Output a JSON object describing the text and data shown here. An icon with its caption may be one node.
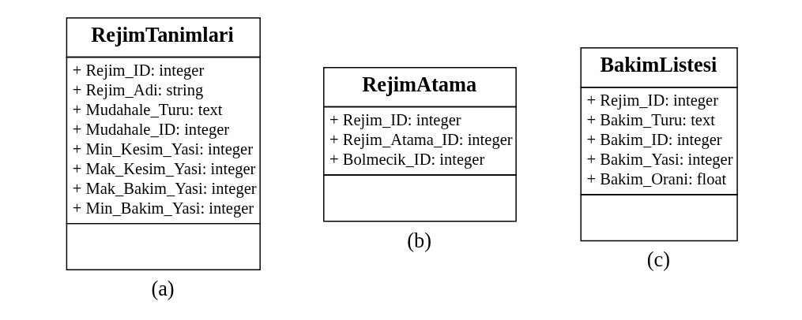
{
  "diagram": {
    "nodes": [
      {
        "text": [
          "RejimTanimlari",
          "+ Rejim_ID: integer",
          "+ Rejim_Adi: string",
          "+ Mudahale_Turu: text",
          "+ Mudahale_ID: integer",
          "+ Min_Kesim_Yasi: integer",
          "+ Mak_Kesim_Yasi: integer",
          "+ Mak_Bakim_Yasi: integer",
          "+ Min_Bakim_Yasi: integer"
        ],
        "beside": [
          "(a)"
        ]
      },
      {
        "text": [
          "RejimAtama",
          "+ Rejim_ID: integer",
          "+ Rejim_Atama_ID: integer",
          "+ Bolmecik_ID: integer"
        ],
        "beside": [
          "(b)"
        ]
      },
      {
        "text": [
          "BakimListesi",
          "+ Rejim_ID: integer",
          "+ Bakim_Turu: text",
          "+ Bakim_ID: integer",
          "+ Bakim_Yasi: integer",
          "+ Bakim_Orani: float"
        ],
        "beside": [
          "(c)"
        ]
      }
    ]
  }
}
